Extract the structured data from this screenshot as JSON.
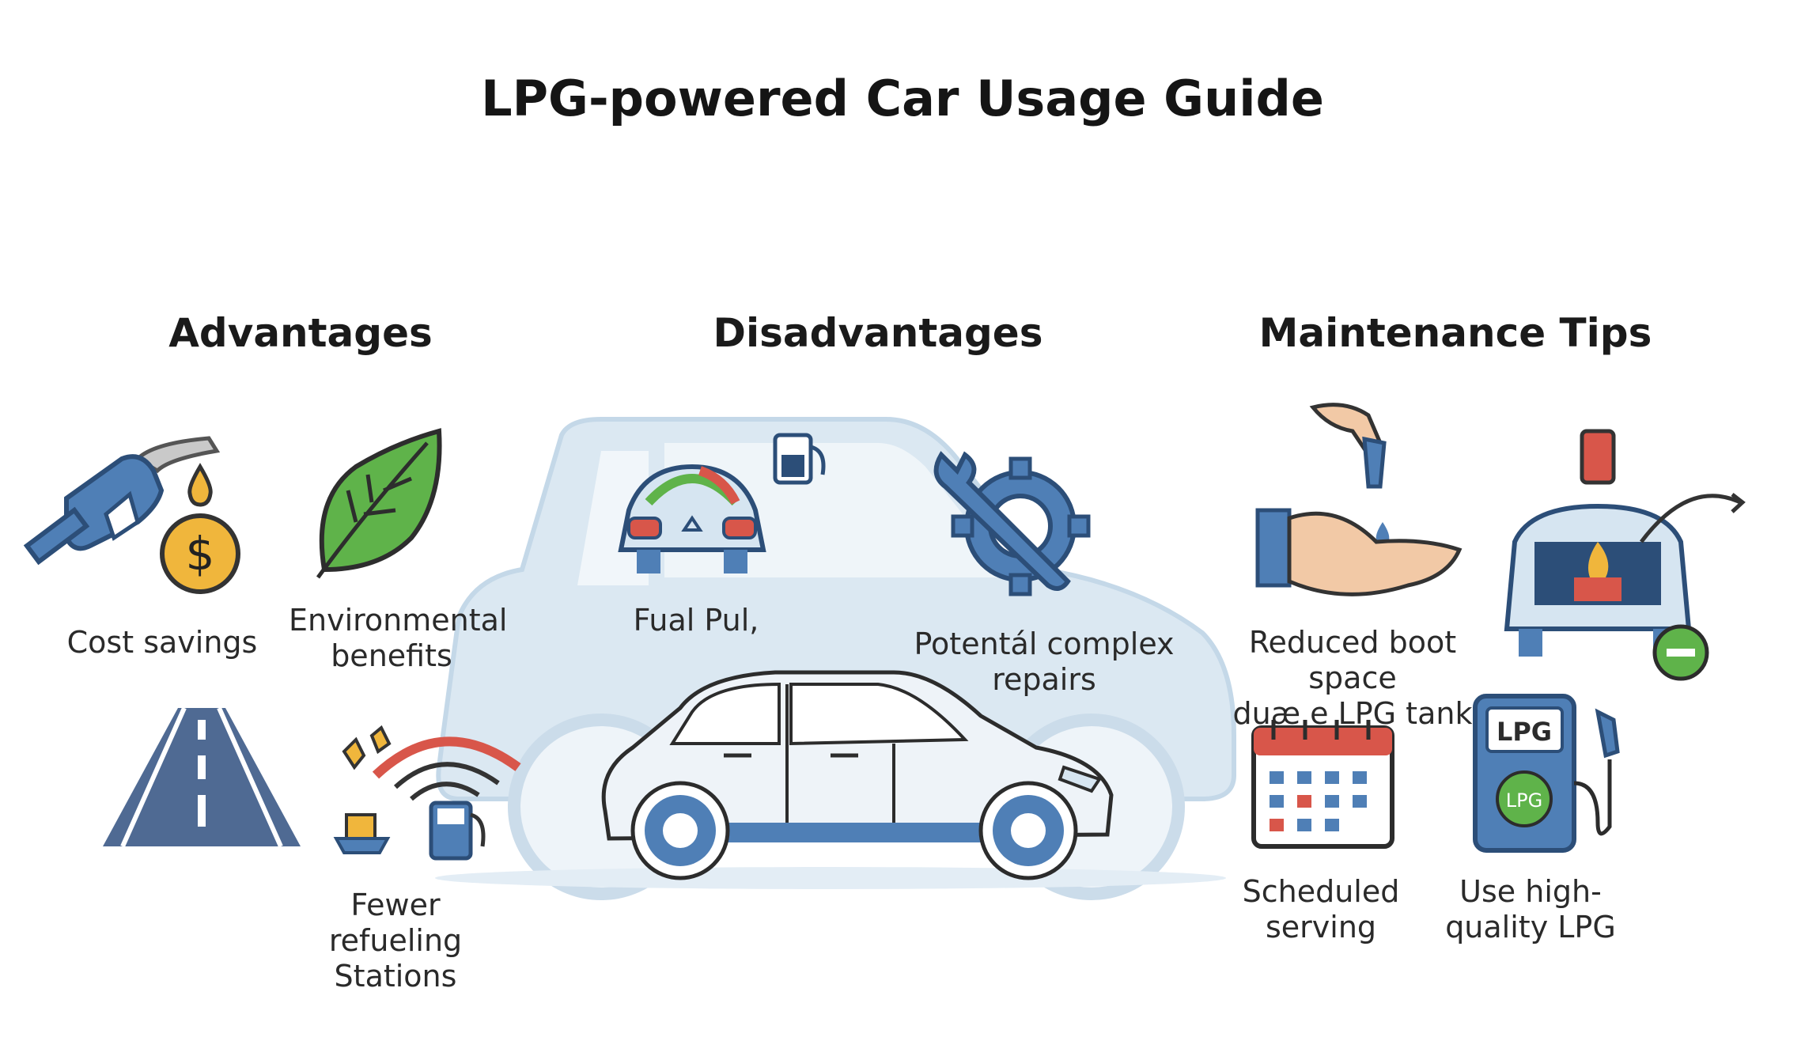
{
  "title": "LPG-powered Car Usage Guide",
  "sections": {
    "advantages": "Advantages",
    "disadvantages": "Disadvantages",
    "maintenance": "Maintenance Tips"
  },
  "labels": {
    "cost_savings": "Cost savings",
    "environmental_benefits": "Environmental\nbenefits",
    "fewer_refueling_stations": "Fewer refueling\nStations",
    "fuel_pull": "Fual Pul,",
    "potential_complex_repairs": "Potentál complex\nrepairs",
    "reduced_boot_space": "Reduced boot space\nduæ e LPG tank",
    "scheduled_serving": "Scheduled\nserving",
    "use_high_quality_lpg": "Use high-\nquality LPG"
  },
  "icon_text": {
    "dollar": "$",
    "pump_sign": "LPG",
    "pump_badge": "LPG"
  },
  "colors": {
    "blue": "#4f7fb6",
    "light_blue": "#cfe0ee",
    "green": "#5fb34a",
    "orange": "#f0b63c",
    "red": "#d8564a"
  },
  "icons": [
    "fuel-nozzle-icon",
    "dollar-coin-icon",
    "leaf-icon",
    "road-icon",
    "signal-station-icon",
    "car-dashboard-icon",
    "fuel-gauge-icon",
    "wrench-gear-icon",
    "hand-drop-icon",
    "car-boot-tank-icon",
    "calendar-icon",
    "lpg-pump-icon",
    "background-car-icon",
    "hatchback-car-icon"
  ]
}
